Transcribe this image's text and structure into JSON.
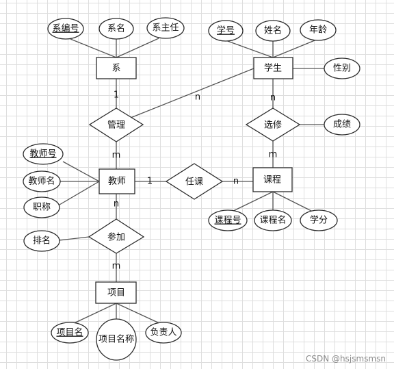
{
  "diagram": {
    "entities": {
      "dept": "系",
      "student": "学生",
      "teacher": "教师",
      "course": "课程",
      "project": "项目"
    },
    "relationships": {
      "manage": "管理",
      "elective": "选修",
      "teach": "任课",
      "participate": "参加"
    },
    "attributes": {
      "dept_id": "系编号",
      "dept_name": "系名",
      "dept_head": "系主任",
      "student_id": "学号",
      "student_name": "姓名",
      "student_age": "年龄",
      "student_gender": "性别",
      "grade": "成绩",
      "teacher_id": "教师号",
      "teacher_name": "教师名",
      "teacher_title": "职称",
      "rank": "排名",
      "course_id": "课程号",
      "course_name": "课程名",
      "course_credit": "学分",
      "project_id": "项目名",
      "project_fullname": "项目名称",
      "project_lead": "负责人"
    },
    "cardinalities": {
      "dept_manage": "1",
      "manage_student": "n",
      "manage_teacher": "m",
      "student_elective": "n",
      "elective_course": "m",
      "teacher_teach": "1",
      "teach_course": "n",
      "teacher_participate": "n",
      "participate_project": "m"
    }
  },
  "watermark": "CSDN @hsjsmsmsn"
}
